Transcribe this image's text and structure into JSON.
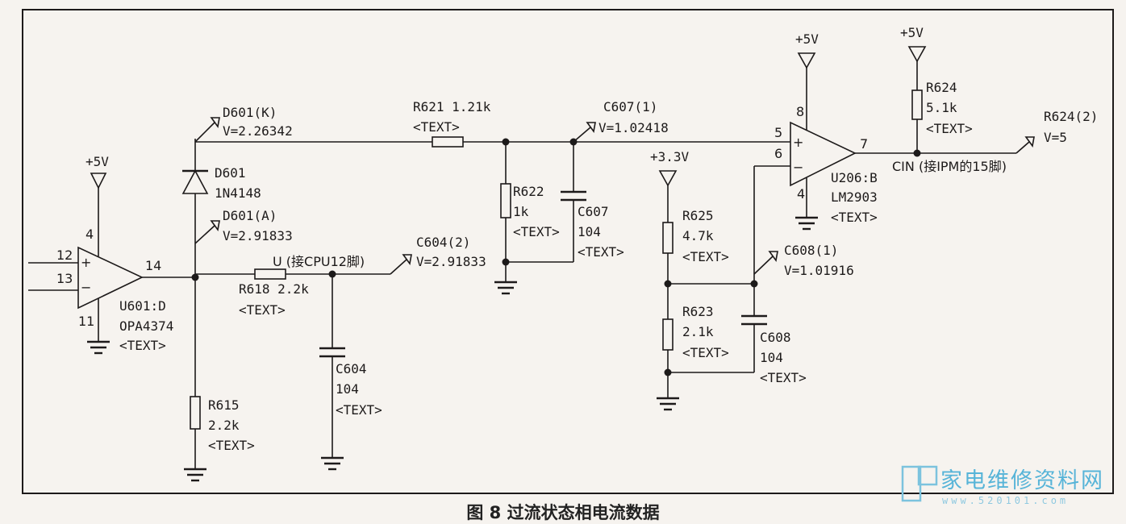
{
  "caption": "图 8 过流状态相电流数据",
  "watermark": {
    "title": "家电维修资料网",
    "url": "www.520101.com"
  },
  "labels": {
    "u601_vcc": "+5V",
    "u601_pin4": "4",
    "u601_pin12": "12",
    "u601_pin13": "13",
    "u601_pin14": "14",
    "u601_pin11": "11",
    "u601_plus": "+",
    "u601_minus": "−",
    "u601_name": "U601:D",
    "u601_part": "OPA4374",
    "u601_text": "<TEXT>",
    "d601k_probe": "D601(K)",
    "d601k_v": "V=2.26342",
    "d601_name": "D601",
    "d601_part": "1N4148",
    "d601a_probe": "D601(A)",
    "d601a_v": "V=2.91833",
    "r618_name": "R618 2.2k",
    "r618_text": "<TEXT>",
    "u_node": "U (接CPU12脚)",
    "c604_probe": "C604(2)",
    "c604_v": "V=2.91833",
    "c604_name": "C604",
    "c604_val": "104",
    "c604_text": "<TEXT>",
    "r615_name": "R615",
    "r615_val": "2.2k",
    "r615_text": "<TEXT>",
    "r621_name": "R621 1.21k",
    "r621_text": "<TEXT>",
    "r622_name": "R622",
    "r622_val": "1k",
    "r622_text": "<TEXT>",
    "c607_name": "C607",
    "c607_val": "104",
    "c607_text": "<TEXT>",
    "c607_probe": "C607(1)",
    "c607_v": "V=1.02418",
    "v33": "+3.3V",
    "r625_name": "R625",
    "r625_val": "4.7k",
    "r625_text": "<TEXT>",
    "r623_name": "R623",
    "r623_val": "2.1k",
    "r623_text": "<TEXT>",
    "c608_probe": "C608(1)",
    "c608_v": "V=1.01916",
    "c608_name": "C608",
    "c608_val": "104",
    "c608_text": "<TEXT>",
    "u206_vcc": "+5V",
    "u206_pin8": "8",
    "u206_pin5": "5",
    "u206_pin6": "6",
    "u206_pin7": "7",
    "u206_pin4": "4",
    "u206_plus": "+",
    "u206_minus": "−",
    "u206_name": "U206:B",
    "u206_part": "LM2903",
    "u206_text": "<TEXT>",
    "r624_vcc": "+5V",
    "r624_name": "R624",
    "r624_val": "5.1k",
    "r624_text": "<TEXT>",
    "cin_label": "CIN (接IPM的15脚)",
    "r624b_probe": "R624(2)",
    "r624b_v": "V=5"
  }
}
